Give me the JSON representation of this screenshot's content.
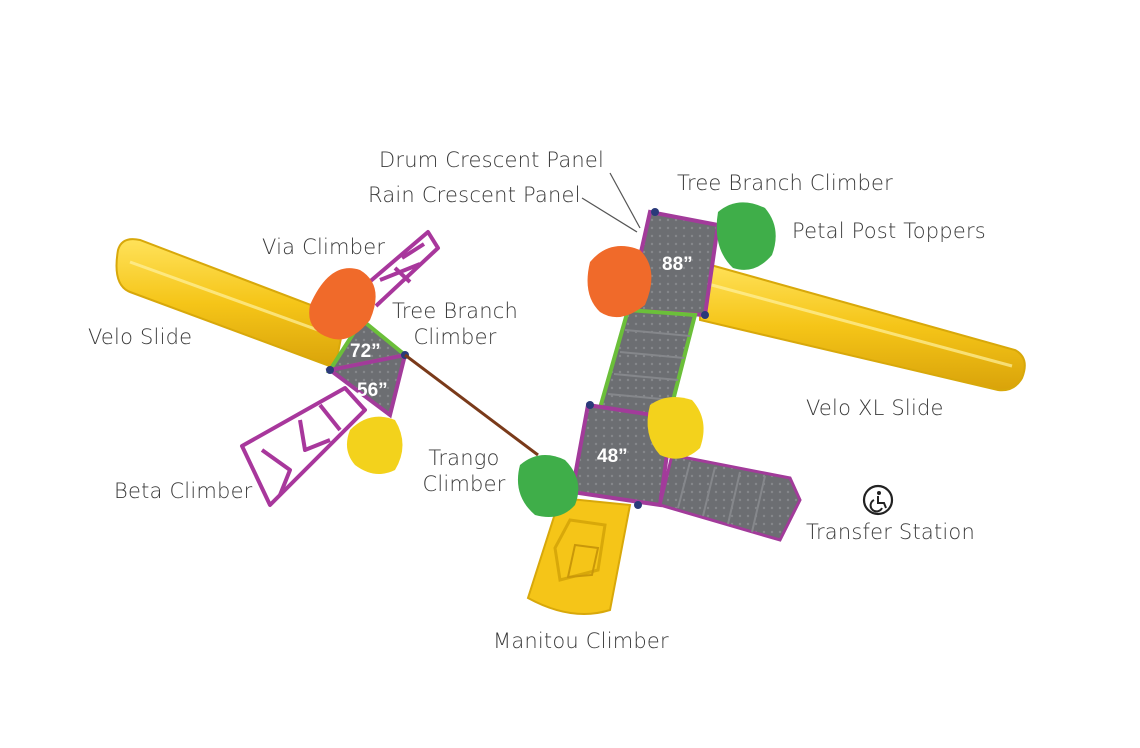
{
  "labels": {
    "drum_crescent_panel": "Drum Crescent Panel",
    "rain_crescent_panel": "Rain Crescent Panel",
    "tree_branch_climber_top": "Tree Branch Climber",
    "petal_post_toppers": "Petal Post Toppers",
    "via_climber": "Via Climber",
    "tree_branch_climber_left_line1": "Tree Branch",
    "tree_branch_climber_left_line2": "Climber",
    "velo_slide": "Velo Slide",
    "velo_xl_slide": "Velo XL Slide",
    "beta_climber": "Beta Climber",
    "trango_climber_line1": "Trango",
    "trango_climber_line2": "Climber",
    "transfer_station": "Transfer Station",
    "manitou_climber": "Manitou Climber"
  },
  "deck_heights": {
    "deck_72": "72”",
    "deck_56": "56”",
    "deck_88": "88”",
    "deck_48": "48”"
  },
  "icons": {
    "transfer_station": "wheelchair-accessibility-icon"
  },
  "colors": {
    "slide_yellow": "#f5c518",
    "deck_gray": "#6c6e72",
    "frame_green": "#6bbf3a",
    "frame_purple": "#a23b9a",
    "topper_orange": "#f06a2a",
    "topper_green": "#3fae49",
    "topper_yellow": "#f3d21c",
    "climber_purple": "#a8379c",
    "label_text": "#3a3a3a"
  }
}
